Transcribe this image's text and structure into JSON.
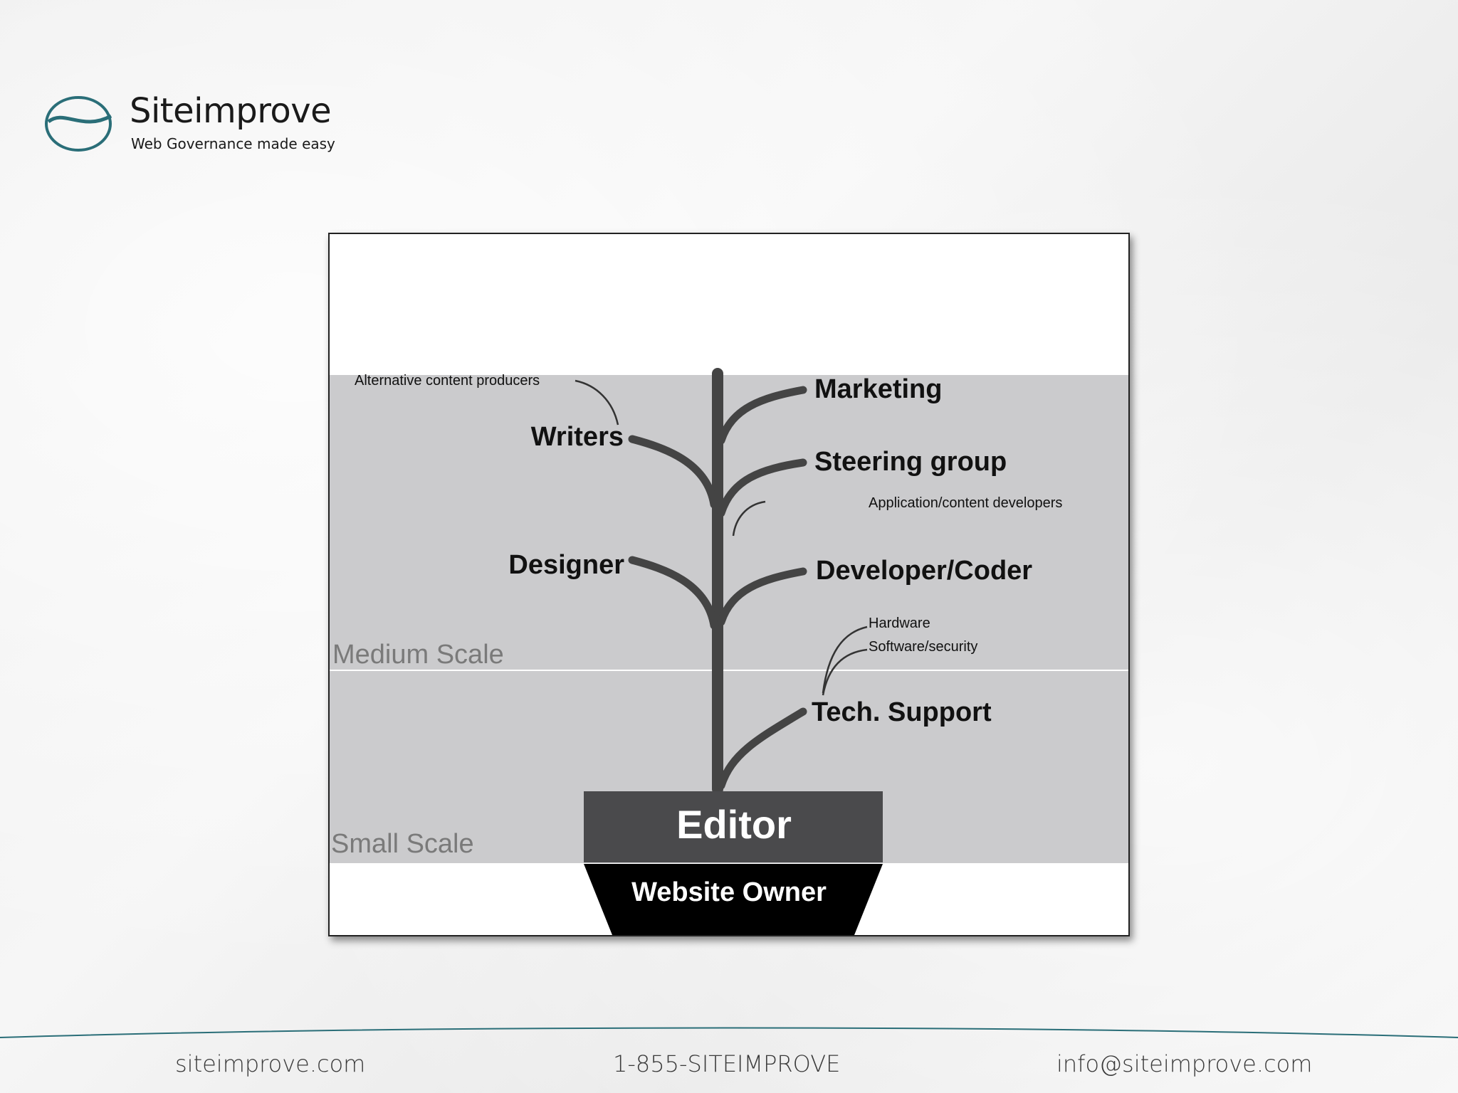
{
  "brand": {
    "name": "Siteimprove",
    "tagline": "Web Governance made easy",
    "accent_color": "#2a6e78"
  },
  "diagram": {
    "tiers": {
      "medium": "Medium Scale",
      "small": "Small Scale"
    },
    "pot": {
      "editor": "Editor",
      "owner": "Website Owner"
    },
    "branches": {
      "writers": "Writers",
      "writers_note": "Alternative content producers",
      "designer": "Designer",
      "marketing": "Marketing",
      "steering": "Steering group",
      "developer": "Developer/Coder",
      "developer_note": "Application/content developers",
      "tech_support": "Tech. Support",
      "hardware": "Hardware",
      "software": "Software/security"
    }
  },
  "footer": {
    "website": "siteimprove.com",
    "phone": "1-855-SITEIMPROVE",
    "email": "info@siteimprove.com"
  }
}
